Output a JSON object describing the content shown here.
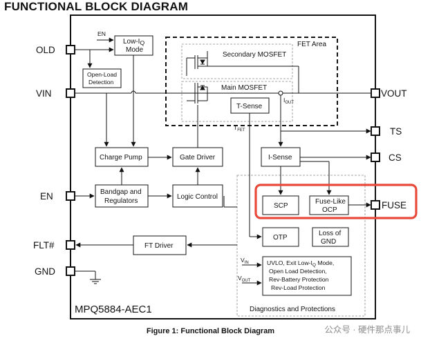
{
  "title": "FUNCTIONAL BLOCK DIAGRAM",
  "caption": "Figure 1: Functional Block Diagram",
  "watermark": "公众号 · 硬件那点事儿",
  "part_number": "MPQ5884-AEC1",
  "pins_left": {
    "old": "OLD",
    "vin": "VIN",
    "en": "EN",
    "flt": "FLT#",
    "gnd": "GND"
  },
  "pins_right": {
    "vout": "VOUT",
    "ts": "TS",
    "cs": "CS",
    "fuse": "FUSE"
  },
  "blocks": {
    "low_iq_mode": {
      "line1": "Low-I",
      "sub": "Q",
      "line2": "Mode"
    },
    "open_load_detection": {
      "line1": "Open-Load",
      "line2": "Detection"
    },
    "fet_area": "FET Area",
    "secondary_mosfet": "Secondary MOSFET",
    "main_mosfet": "Main MOSFET",
    "t_sense": "T-Sense",
    "charge_pump": "Charge Pump",
    "gate_driver": "Gate Driver",
    "i_sense": "I-Sense",
    "bandgap": {
      "line1": "Bandgap and",
      "line2": "Regulators"
    },
    "logic_control": "Logic Control",
    "scp": "SCP",
    "fuse_like_ocp": {
      "line1": "Fuse-Like",
      "line2": "OCP"
    },
    "ft_driver": "FT Driver",
    "otp": "OTP",
    "loss_of_gnd": {
      "line1": "Loss of",
      "line2": "GND"
    },
    "uvlo": {
      "line1": "UVLO, Exit Low-I",
      "sub": "Q",
      "line1_end": " Mode,",
      "line2": "Open Load Detection,",
      "line3": "Rev-Battery Protection",
      "line4": "Rev-Load Protection"
    },
    "diagnostics": "Diagnostics and Protections"
  },
  "signals": {
    "en_internal": "EN",
    "iout": {
      "main": "I",
      "sub": "OUT"
    },
    "tfet": {
      "main": "T",
      "sub": "FET"
    },
    "vin_internal": {
      "main": "V",
      "sub": "IN"
    },
    "vout_internal": {
      "main": "V",
      "sub": "OUT"
    }
  },
  "colors": {
    "highlight": "#e8493a",
    "stroke": "#111111",
    "dashed": "#8a8a8a",
    "watermark": "#8d8d8d"
  }
}
